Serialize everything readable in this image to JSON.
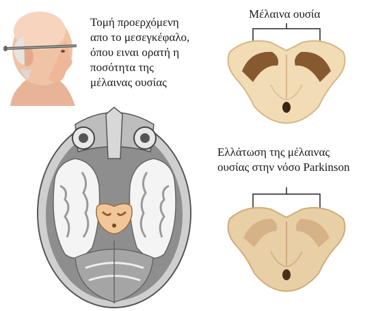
{
  "labels": {
    "head_caption": [
      "Τομή προερχόμενη",
      "απο το μεσεγκέφαλο,",
      "όπου ειναι ορατή η",
      "ποσότητα της",
      "μέλαινας ουσίας"
    ],
    "normal_label": "Μέλαινα ουσία",
    "parkinson_label": [
      "Ελλάτωση της μέλαινας",
      "ουσίας στην νόσο Parkinson"
    ]
  },
  "colors": {
    "tissue": "#f1dcb5",
    "tissue_edge": "#d9b98a",
    "substantia_nigra": "#7a4a22",
    "substantia_nigra_faint": "#b58a5c",
    "skin": "#f0bfa0",
    "brain_gray": "#9a9a9a",
    "white_matter": "#f4f4f4"
  }
}
